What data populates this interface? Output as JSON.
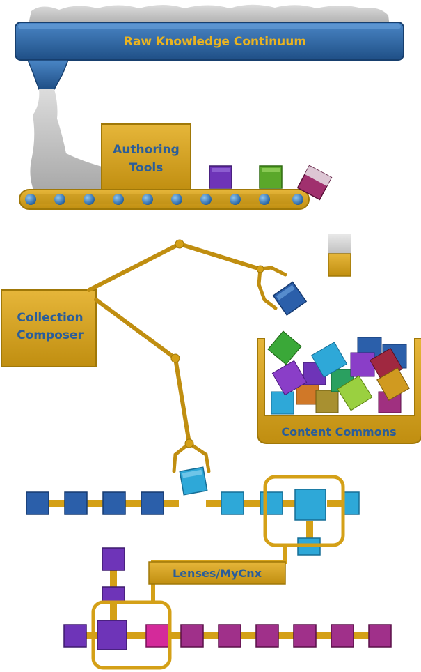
{
  "labels": {
    "continuum": "Raw Knowledge Continuum",
    "authoring_line1": "Authoring",
    "authoring_line2": "Tools",
    "composer_line1": "Collection",
    "composer_line2": "Composer",
    "commons": "Content Commons",
    "lenses": "Lenses/MyCnx"
  },
  "colors": {
    "gold": "#d4a017",
    "gold_dark": "#a07808",
    "steel_blue": "#2f6aa8",
    "label_blue": "#2a5d9a",
    "blue_cube": "#2b5faa",
    "cyan_cube": "#2ea8d8",
    "purple_cube": "#7a3ec0",
    "magenta_cube": "#a0308a",
    "green_cube": "#5aa82a",
    "mist": "#c9c9c9"
  }
}
